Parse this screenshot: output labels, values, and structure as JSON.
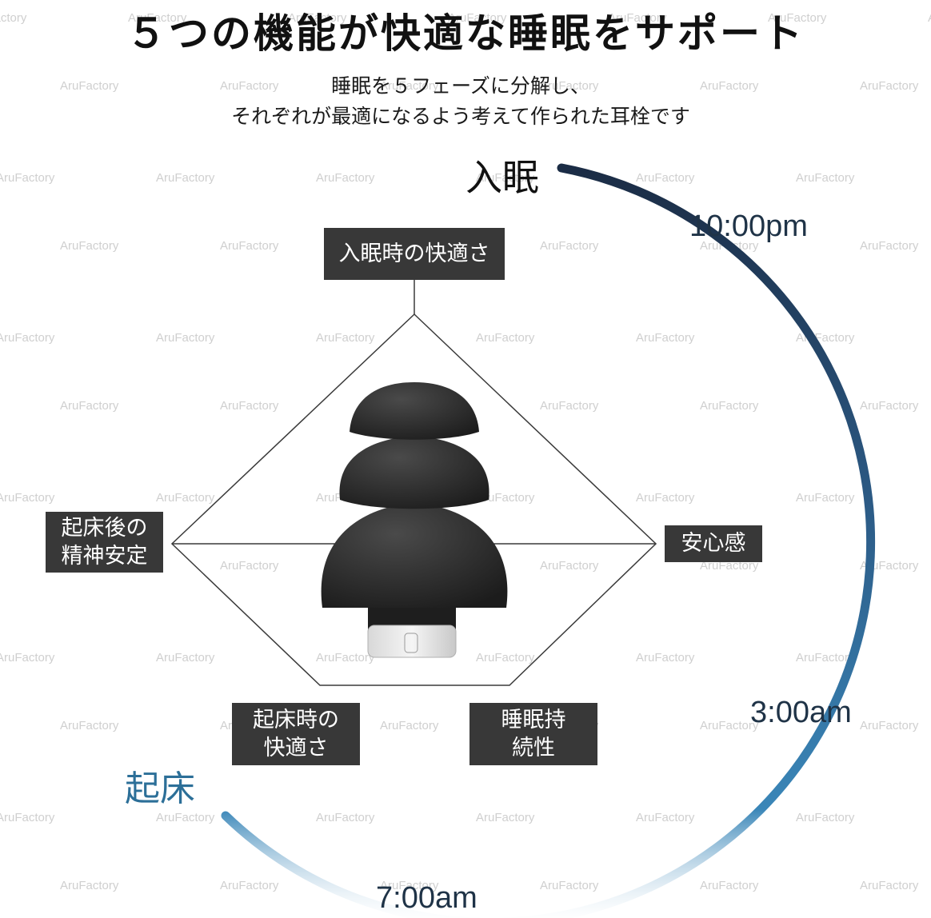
{
  "title": "５つの機能が快適な睡眠をサポート",
  "subtitle_line1": "睡眠を５フェーズに分解し、",
  "subtitle_line2": "それぞれが最適になるよう考えて作られた耳栓です",
  "phase_start": "入眠",
  "phase_end": "起床",
  "times": [
    "10:00pm",
    "3:00am",
    "7:00am"
  ],
  "functions": {
    "top": "入眠時の快適さ",
    "right": "安心感",
    "left": "起床後の\n精神安定",
    "bottom_left": "起床時の\n快適さ",
    "bottom_right": "睡眠持\n続性"
  },
  "watermark": "AruFactory",
  "colors": {
    "arc_start": "#1b2c45",
    "arc_mid": "#2c5b86",
    "arc_end": "#3a86b8",
    "label_bg": "#383838",
    "earplug": "#2a2a2a"
  }
}
